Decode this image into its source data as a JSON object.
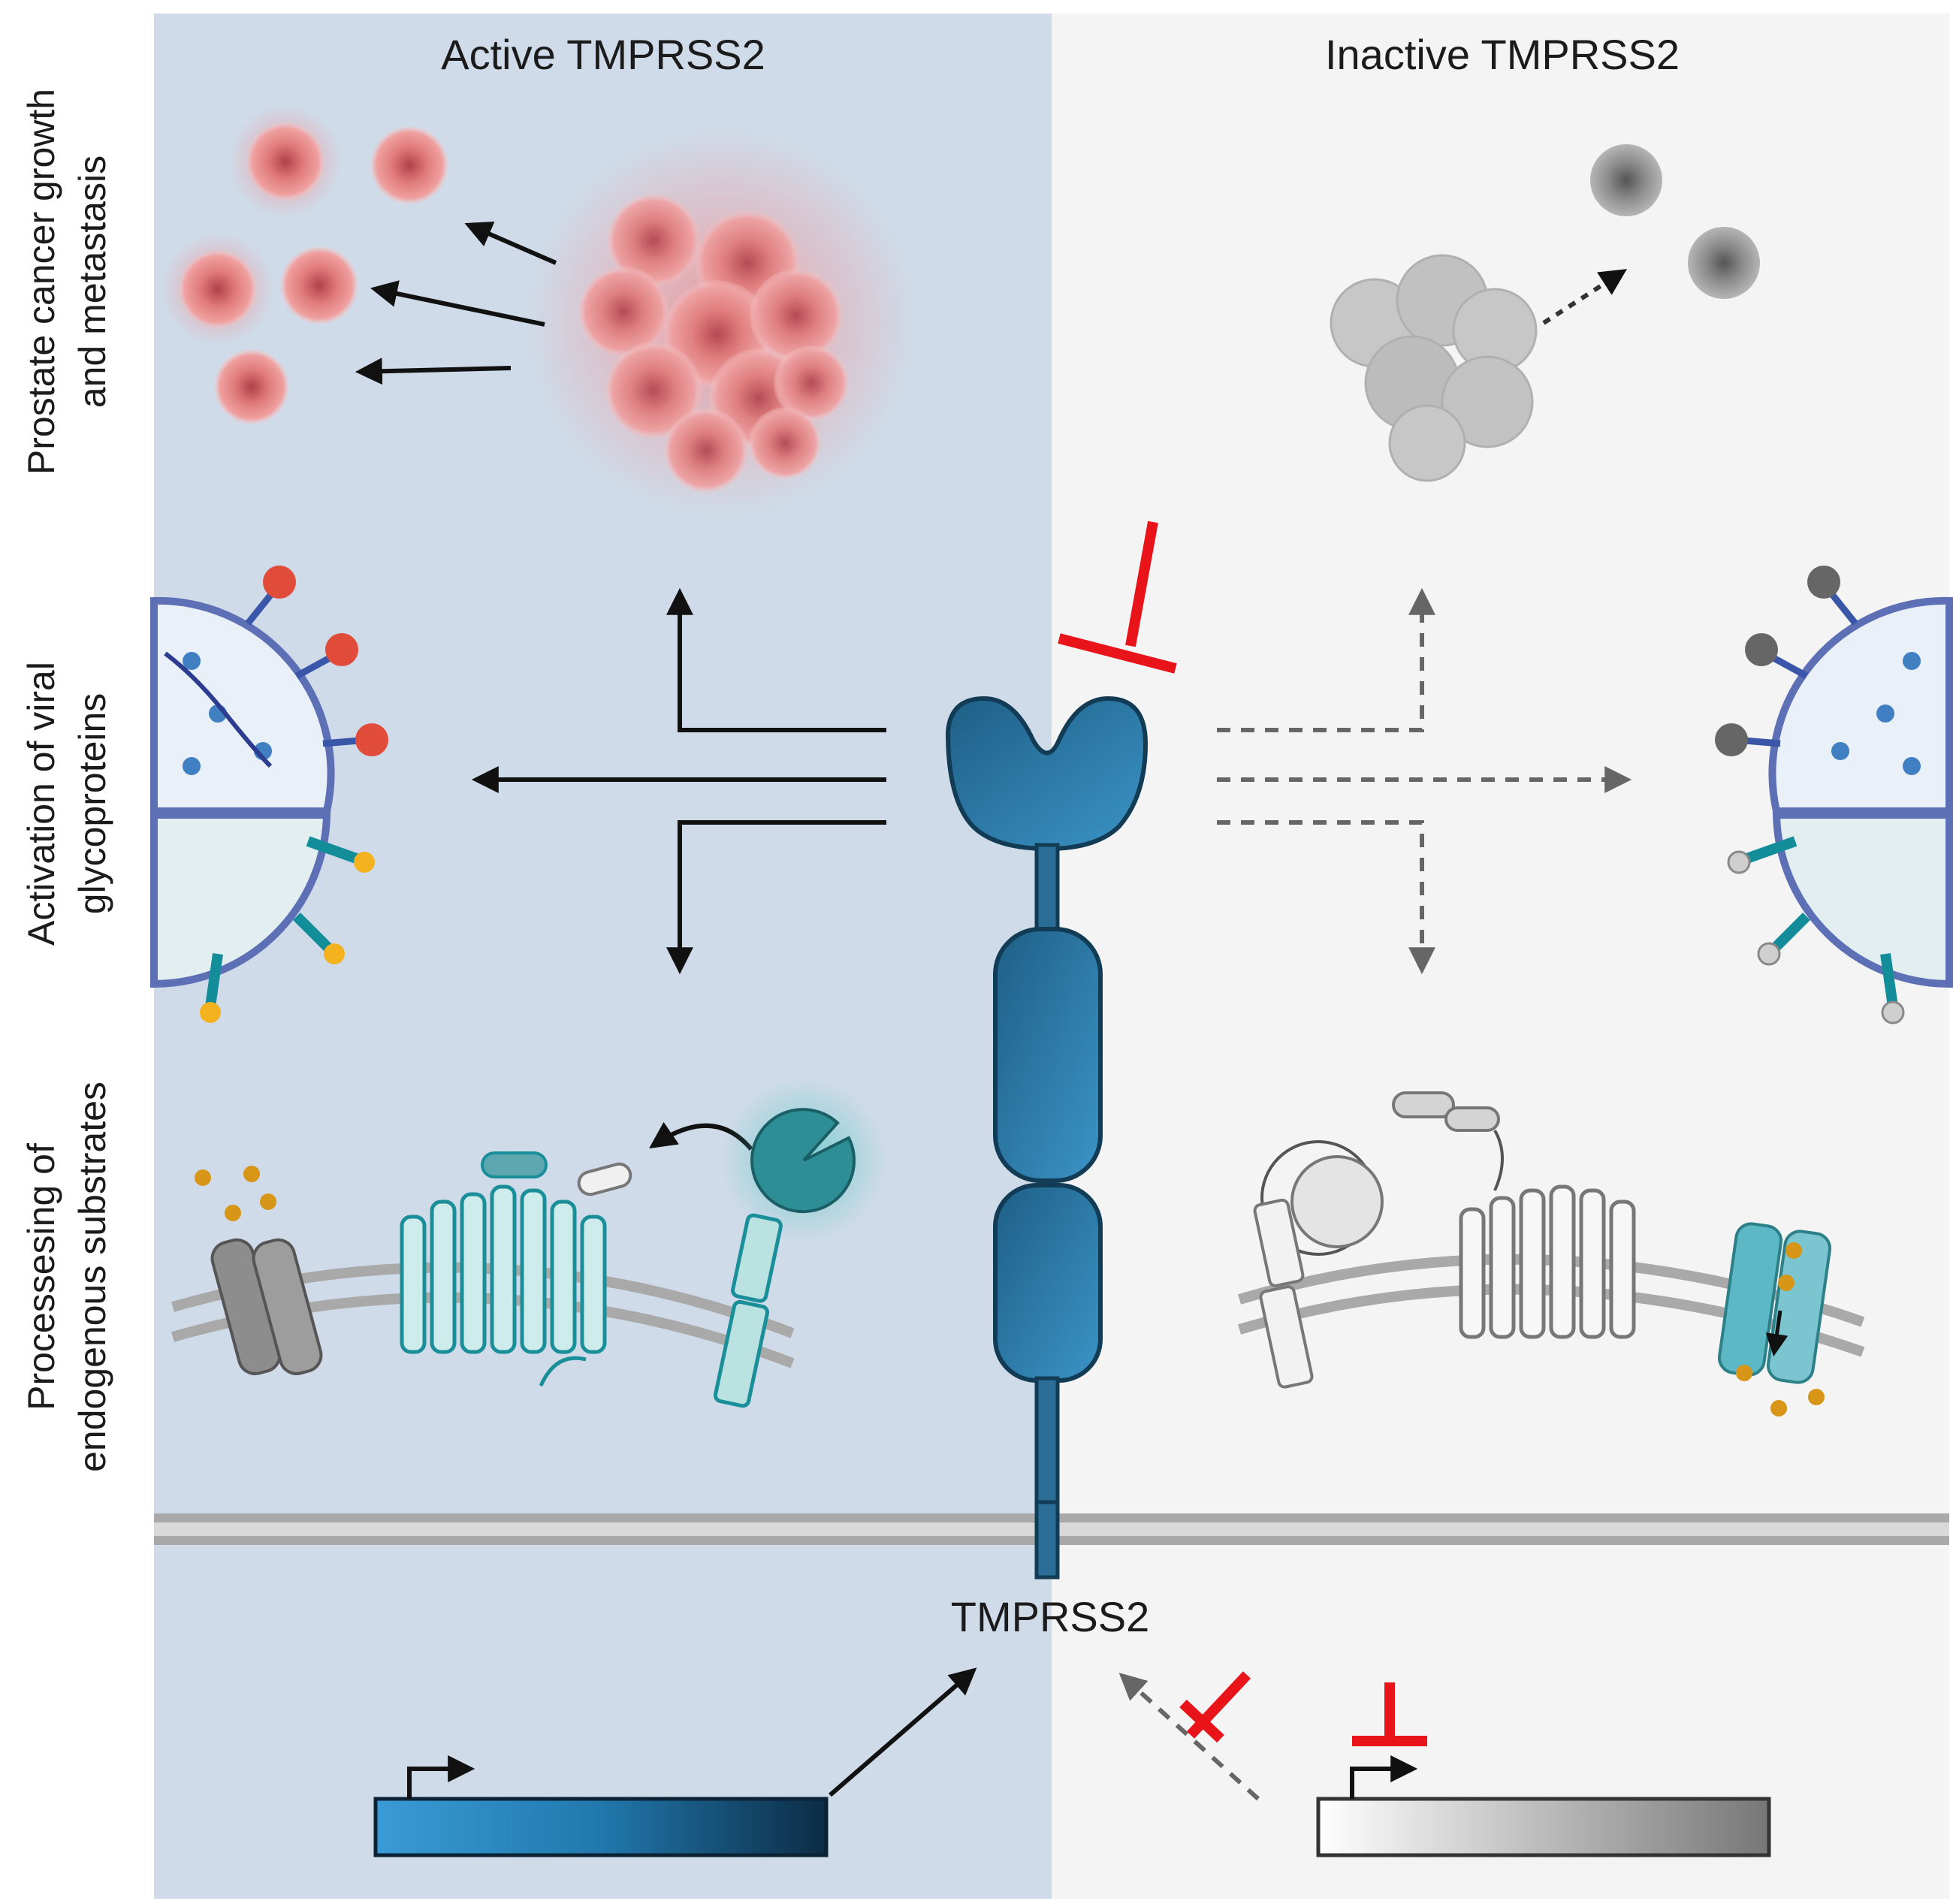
{
  "panels": {
    "left_title": "Active TMPRSS2",
    "right_title": "Inactive TMPRSS2"
  },
  "row_labels": {
    "row1_line1": "Prostate cancer growth",
    "row1_line2": "and metastasis",
    "row2_line1": "Activation of viral",
    "row2_line2": "glycoproteins",
    "row3_line1": "Processesing of",
    "row3_line2": "endogenous substrates"
  },
  "center_label": "TMPRSS2",
  "colors": {
    "active_bg": "#cfdbe8",
    "inactive_bg": "#f4f4f4",
    "protease": "#2a7aa8",
    "protease_dark": "#1a4f6e",
    "inhibitor": "#e8141a",
    "cancer_cell": "#e07a7a",
    "inactive_cell": "#9a9a9a",
    "arrow": "#111111",
    "dashed_arrow": "#666666"
  }
}
